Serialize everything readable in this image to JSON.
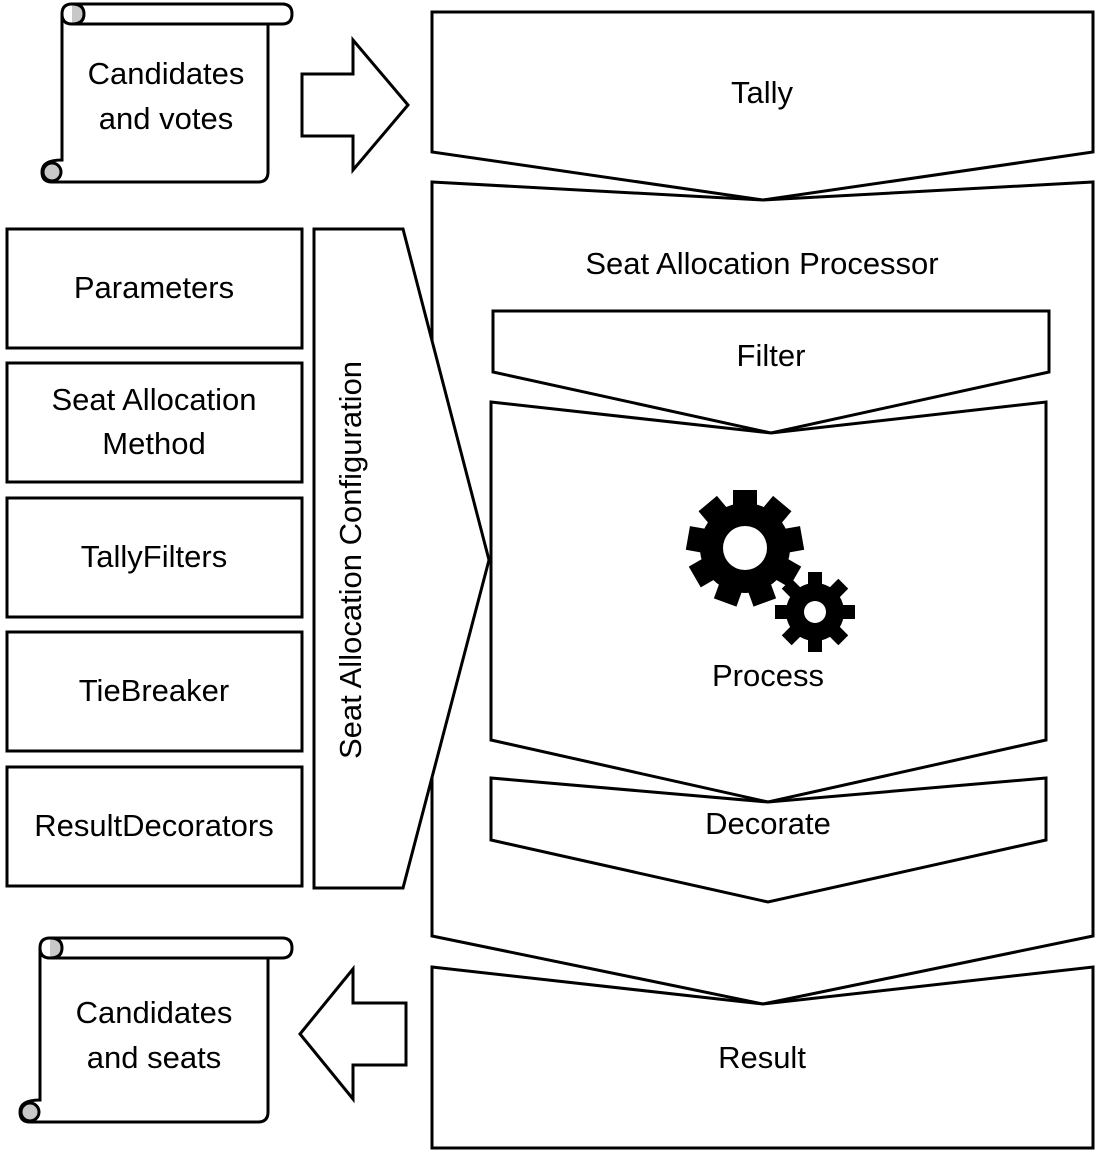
{
  "input_document": {
    "line1": "Candidates",
    "line2": "and votes"
  },
  "output_document": {
    "line1": "Candidates",
    "line2": "and seats"
  },
  "tally": {
    "label": "Tally"
  },
  "processor": {
    "label": "Seat Allocation Processor",
    "filter_label": "Filter",
    "process_label": "Process",
    "decorate_label": "Decorate"
  },
  "configuration": {
    "label": "Seat Allocation Configuration",
    "items": [
      {
        "line1": "Parameters",
        "line2": ""
      },
      {
        "line1": "Seat Allocation",
        "line2": "Method"
      },
      {
        "line1": "TallyFilters",
        "line2": ""
      },
      {
        "line1": "TieBreaker",
        "line2": ""
      },
      {
        "line1": "ResultDecorators",
        "line2": ""
      }
    ]
  },
  "result": {
    "label": "Result"
  },
  "icons": {
    "process": "gears-icon",
    "input_arrow": "arrow-right-icon",
    "output_arrow": "arrow-left-icon",
    "document": "scroll-icon"
  },
  "colors": {
    "stroke": "#000000",
    "fill": "#ffffff",
    "scroll_curl": "#c8c8c8",
    "gear": "#000000"
  }
}
